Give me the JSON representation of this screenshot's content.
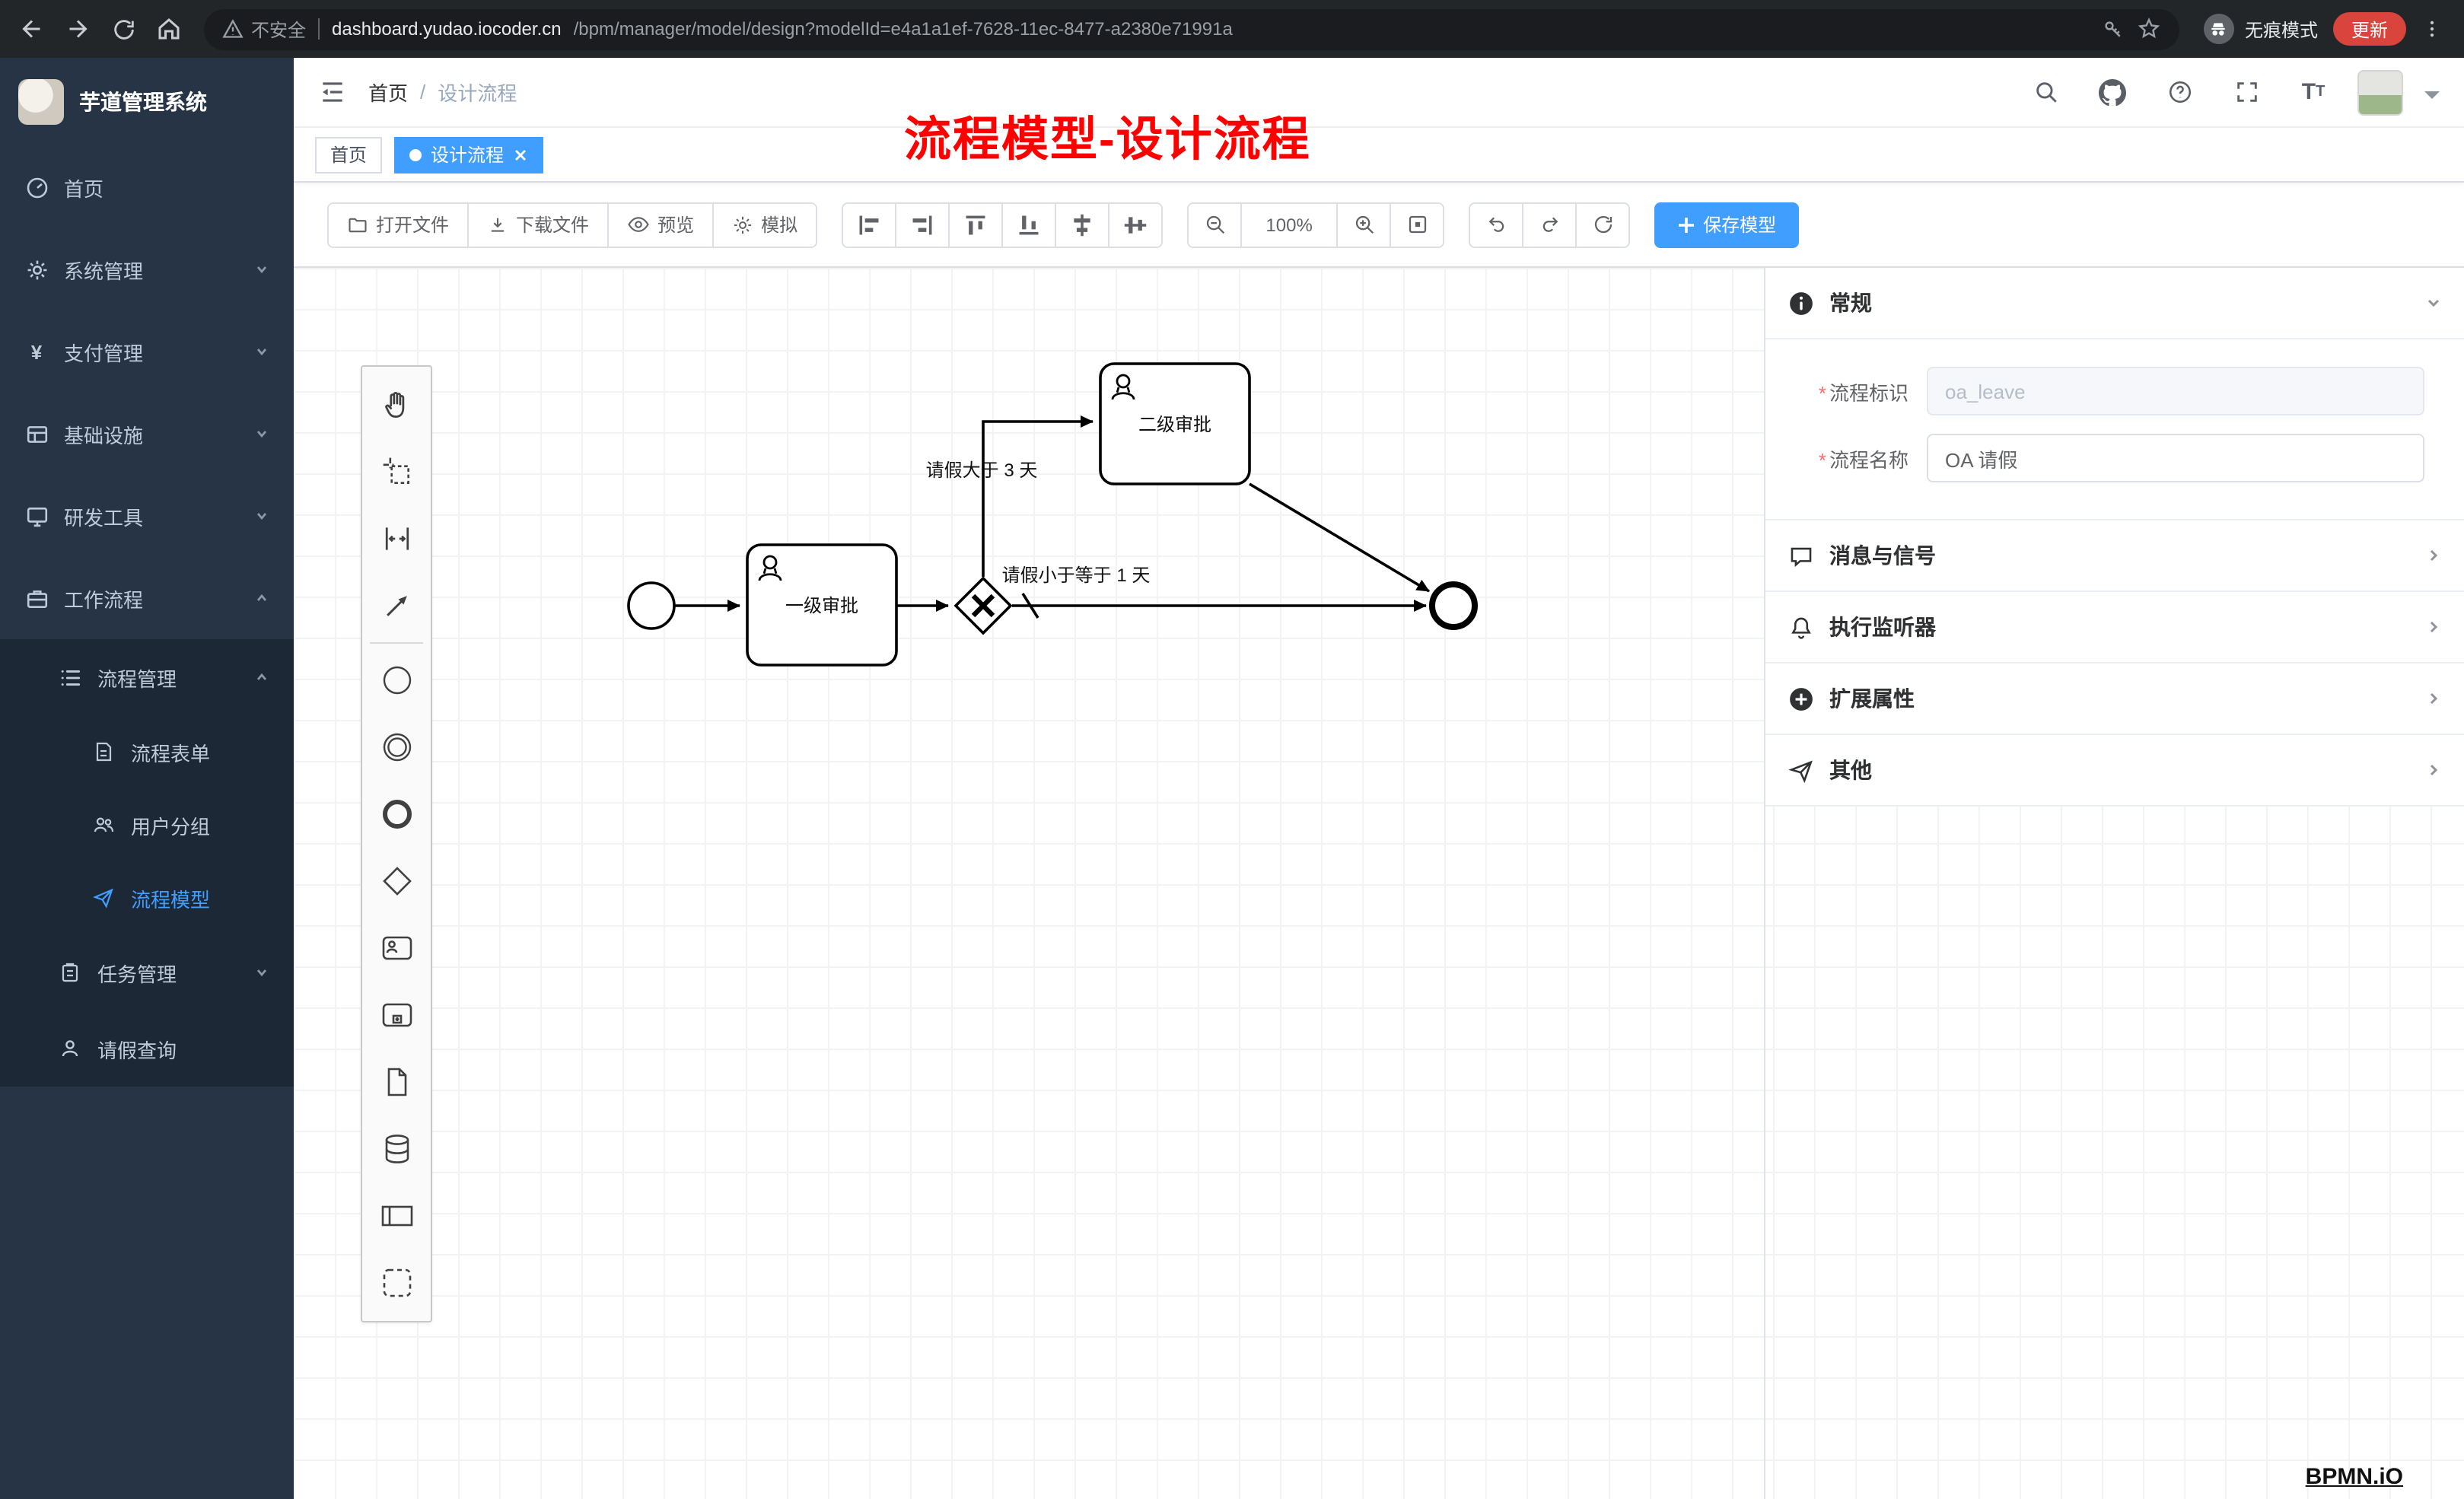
{
  "browser": {
    "security": "不安全",
    "url_host": "dashboard.yudao.iocoder.cn",
    "url_path": "/bpm/manager/model/design?modelId=e4a1a1ef-7628-11ec-8477-a2380e71991a",
    "profile": "无痕模式",
    "update": "更新"
  },
  "sidebar": {
    "title": "芋道管理系统",
    "items": [
      {
        "label": "首页"
      },
      {
        "label": "系统管理"
      },
      {
        "label": "支付管理"
      },
      {
        "label": "基础设施"
      },
      {
        "label": "研发工具"
      },
      {
        "label": "工作流程"
      }
    ],
    "submenu": {
      "process": {
        "label": "流程管理"
      },
      "form": {
        "label": "流程表单"
      },
      "group": {
        "label": "用户分组"
      },
      "model": {
        "label": "流程模型"
      },
      "task": {
        "label": "任务管理"
      },
      "leave": {
        "label": "请假查询"
      }
    },
    "pay_icon_char": "¥"
  },
  "header": {
    "breadcrumb_home": "首页",
    "separator": "/",
    "breadcrumb_current": "设计流程"
  },
  "annotation": "流程模型-设计流程",
  "tabs": [
    {
      "label": "首页"
    },
    {
      "label": "设计流程"
    }
  ],
  "toolbar": {
    "open": "打开文件",
    "download": "下载文件",
    "preview": "预览",
    "simulate": "模拟",
    "zoom": "100%",
    "save": "保存模型"
  },
  "diagram": {
    "nodes": {
      "start": {
        "type": "startEvent"
      },
      "firstApproval": {
        "type": "userTask",
        "label": "一级审批"
      },
      "gateway": {
        "type": "exclusiveGateway"
      },
      "secondApproval": {
        "type": "userTask",
        "label": "二级审批"
      },
      "end": {
        "type": "endEvent"
      }
    },
    "edges": {
      "toSecond": {
        "label": "请假大于 3 天"
      },
      "toEnd": {
        "label": "请假小于等于 1 天",
        "default": true
      }
    }
  },
  "panel": {
    "star": "*",
    "sections": [
      {
        "title": "常规",
        "expanded": true
      },
      {
        "title": "消息与信号"
      },
      {
        "title": "执行监听器"
      },
      {
        "title": "扩展属性"
      },
      {
        "title": "其他"
      }
    ],
    "fields": [
      {
        "label": "流程标识",
        "value": "oa_leave",
        "disabled": true
      },
      {
        "label": "流程名称",
        "value": "OA 请假"
      }
    ]
  },
  "watermark": "BPMN.iO",
  "colors": {
    "accent": "#409eff",
    "danger": "#f56c6c",
    "annotation": "#fd0000"
  }
}
